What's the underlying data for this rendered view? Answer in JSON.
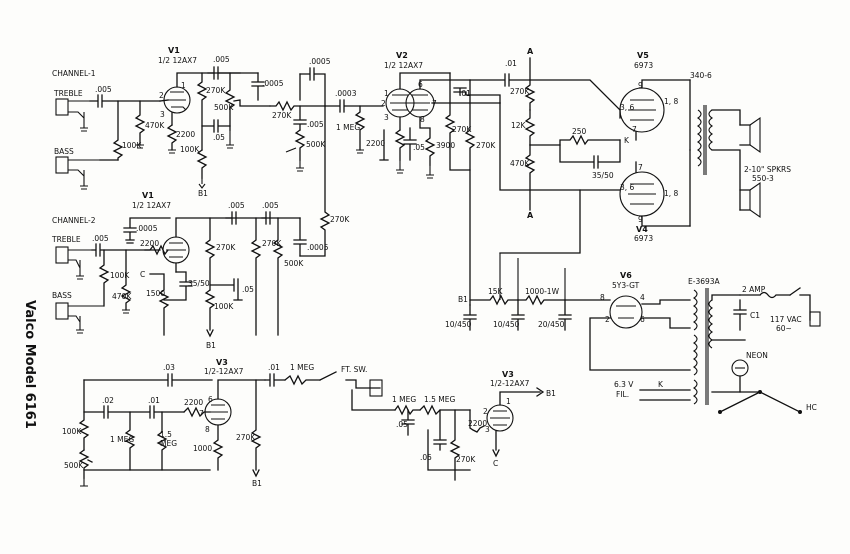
{
  "title": "Valco Model 6161",
  "labels": {
    "ch1": "CHANNEL-1",
    "ch2": "CHANNEL-2",
    "treble1": "TREBLE",
    "bass1": "BASS",
    "treble2": "TREBLE",
    "bass2": "BASS",
    "v1a": "V1",
    "v1a_type": "1/2 12AX7",
    "v1b": "V1",
    "v1b_type": "1/2 12AX7",
    "v2": "V2",
    "v2_type": "1/2 12AX7",
    "v3a": "V3",
    "v3a_type": "1/2-12AX7",
    "v3b": "V3",
    "v3b_type": "1/2-12AX7",
    "v5": "V5",
    "v5_type": "6973",
    "v4": "V4",
    "v4_type": "6973",
    "v6": "V6",
    "v6_type": "5Y3-GT",
    "c005a": ".005",
    "c005b": ".005",
    "c0005a": ".0005",
    "c05a": ".05",
    "r270a": "270K",
    "r500a": "500K",
    "r100a": "100K",
    "r470a": "470K",
    "r2200a": "2200",
    "r100b": "100K",
    "r270b": "270K",
    "c005c": ".005",
    "c0005b": ".0005",
    "r500b": "500K",
    "c0003": ".0003",
    "rmeg": "1 MEG",
    "r2200b": "2200",
    "c05b": ".05",
    "r3900": "3900",
    "r270c": "270K",
    "r270d": "270K",
    "c01a": ".01",
    "c01b": ".01",
    "r270e": "270K",
    "r12k": "12K",
    "r470b": "470K",
    "r250": "250",
    "c3550a": "35/50",
    "r270f": "270K",
    "c005d": ".005",
    "c0005c": ".0005",
    "c2200c": "2200",
    "r100c": "100K",
    "r470c": "470K",
    "c005e": ".005",
    "c005f": ".005",
    "r270g": "270K",
    "r270h": "270K",
    "c0005d": ".0005",
    "r500c": "500K",
    "c3550b": "35/50",
    "r1500": "1500",
    "c05c": ".05",
    "r100d": "100K",
    "pin_3a": "3",
    "pin_2a": "2",
    "pin_1a": "1",
    "pin_1b": "1",
    "pin_2b": "2",
    "pin_3b": "3",
    "pin_6": "6",
    "pin_7": "7",
    "pin_8": "8",
    "pin_36a": "3, 6",
    "pin_9a": "9",
    "pin_7a": "7",
    "pin_18a": "1, 8",
    "pin_36b": "3, 6",
    "pin_9b": "9",
    "pin_7b": "7",
    "pin_18b": "1, 8",
    "pin_k": "K",
    "c_lbl": "C",
    "b1_a": "B1",
    "b1_b": "B1",
    "b1_c": "B1",
    "b1_d": "B1",
    "b1_e": "B1",
    "a_top": "A",
    "a_bot": "A",
    "r15k": "15K",
    "r1000": "1000-1W",
    "c10450a": "10/450",
    "c10450b": "10/450",
    "c20450": "20/450",
    "xfmr_out": "340-6",
    "spk": "2-10\" SPKRS",
    "spk_model": "550-3",
    "xfmr_pwr": "E-3693A",
    "fuse": "2 AMP",
    "ac": "117 VAC",
    "ac_hz": "60~",
    "c1": "C1",
    "neon": "NEON",
    "fil": "6.3 V",
    "fil2": "FIL.",
    "k2": "K",
    "hc": "HC",
    "pin_8c": "8",
    "pin_2c": "2",
    "pin_4c": "4",
    "pin_6c": "6",
    "c03": ".03",
    "c01c": ".01",
    "c02": ".02",
    "c01d": ".01",
    "r1meg_a": "1 MEG",
    "r2200d": "2200",
    "r15meg_a": "1.5",
    "r15meg_b": "MEG",
    "r1000b": "1000",
    "r1meg_b": "1 MEG",
    "r100e": "100K",
    "r500d": "500K",
    "r270i": "270K",
    "pin_6d": "6",
    "pin_7d": "7",
    "pin_8d": "8",
    "ftsw": "FT. SW.",
    "r1meg_c": "1 MEG",
    "r15meg_c": "1.5 MEG",
    "c05d": ".05",
    "c05e": ".05",
    "r2200e": "2200",
    "r270j": "270K",
    "pin_1e": "1",
    "pin_2e": "2",
    "pin_3e": "3",
    "c_lbl2": "C"
  }
}
